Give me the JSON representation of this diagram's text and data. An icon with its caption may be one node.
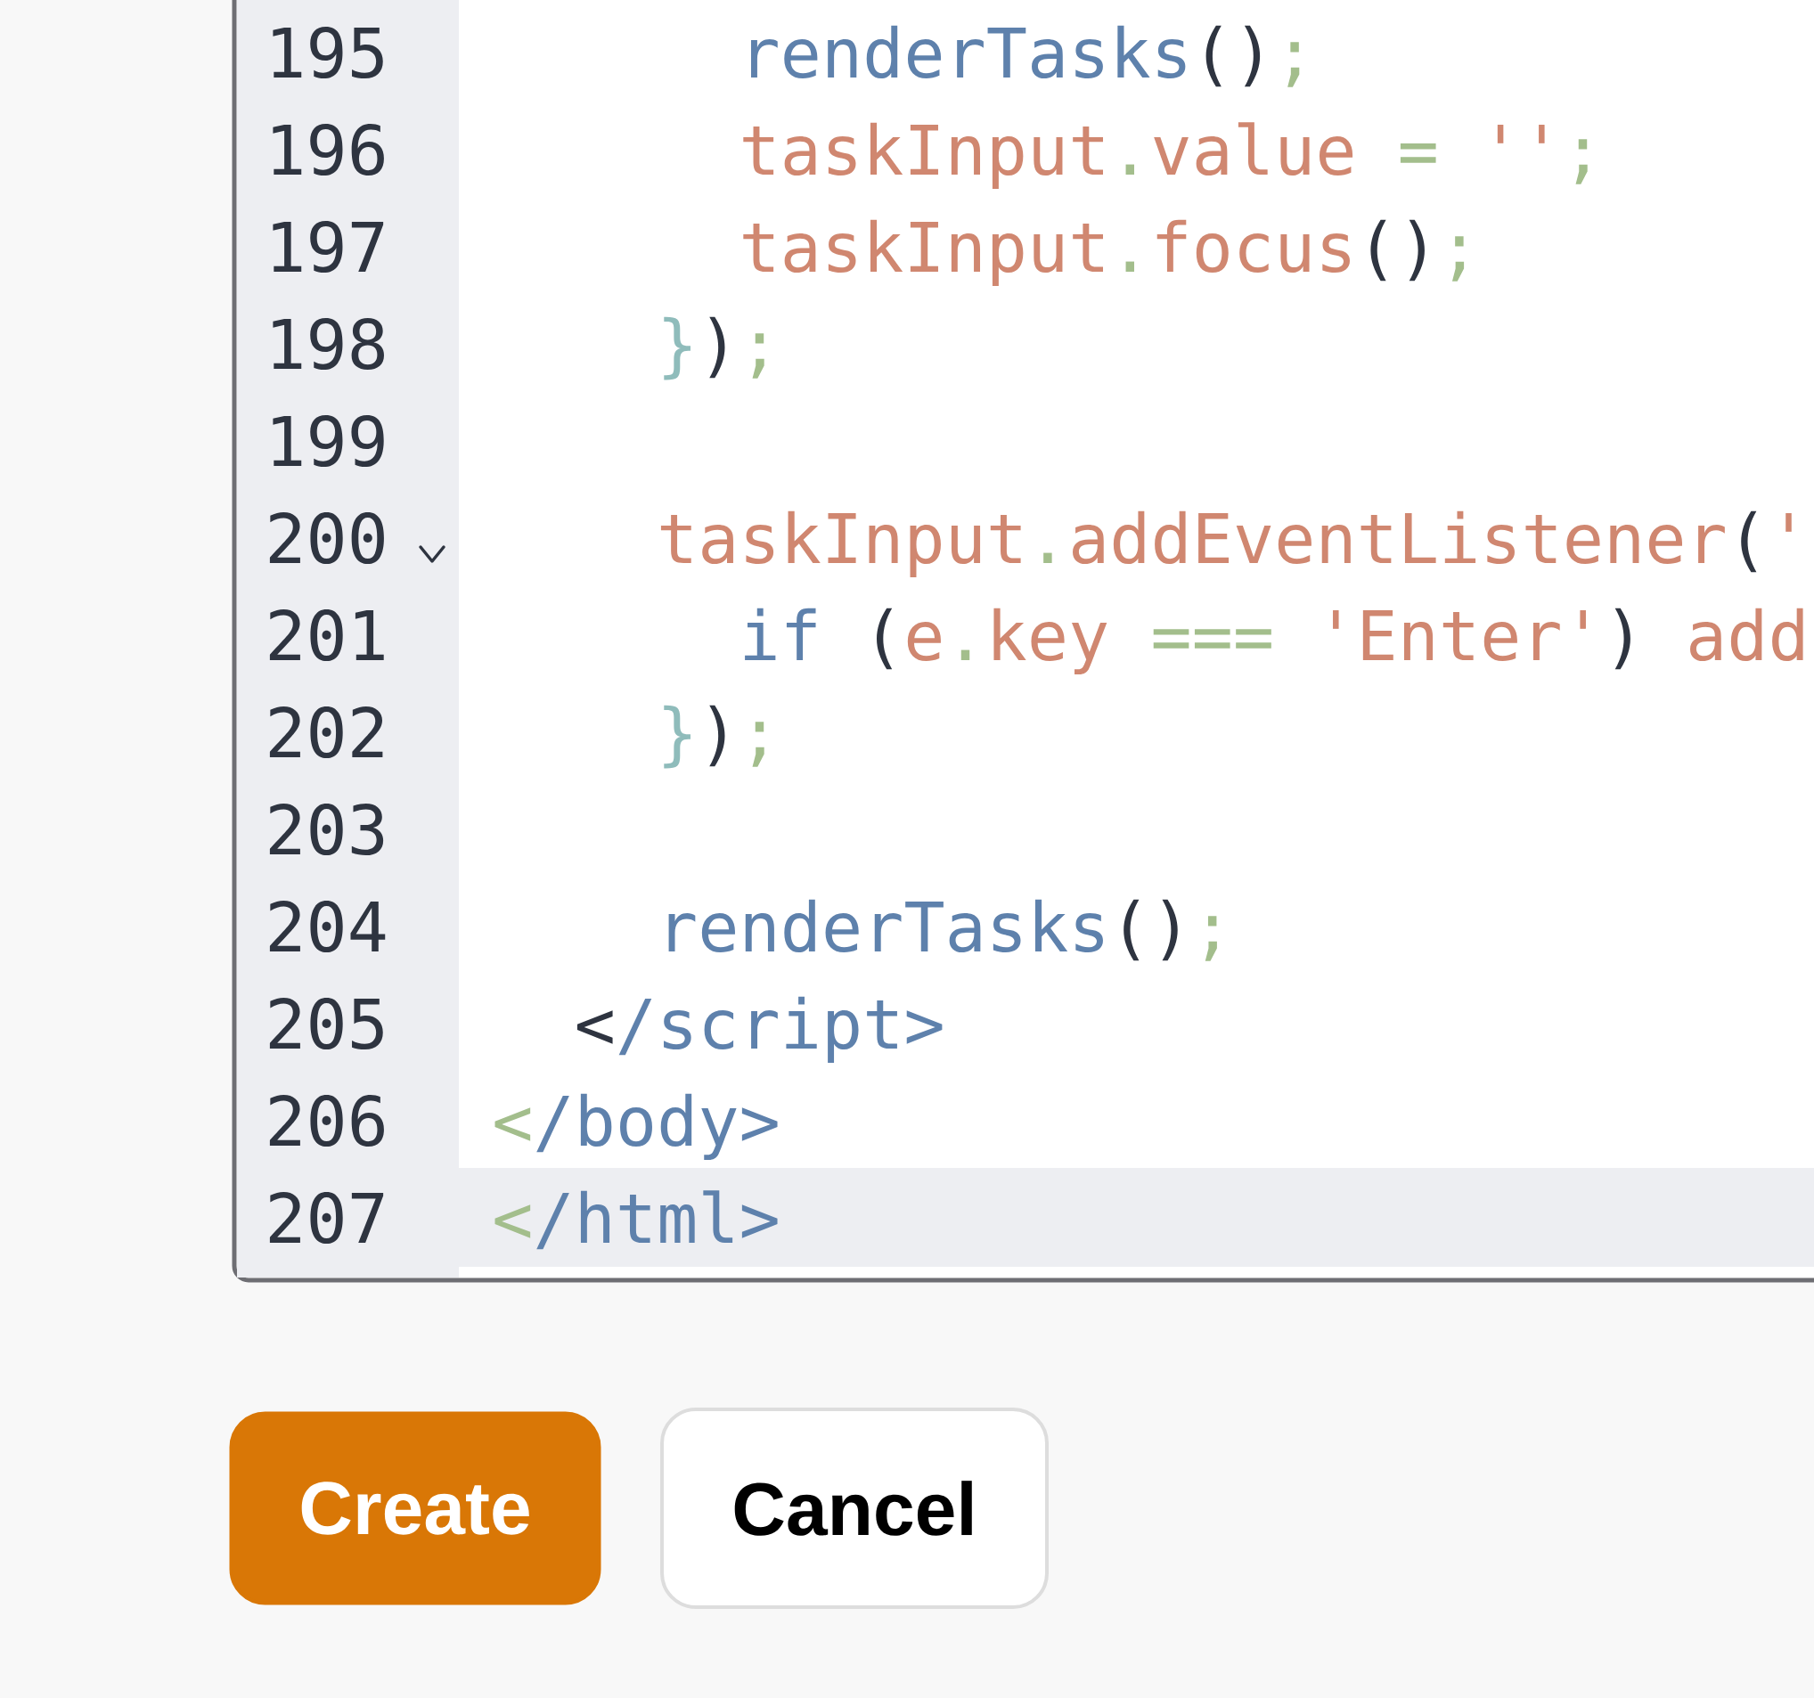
{
  "diagram": {
    "nodes": [
      {
        "text": [
          "Create"
        ]
      },
      {
        "text": [
          "Cancel"
        ]
      }
    ],
    "labels": [
      "195",
      "renderTasks",
      "()",
      ";",
      "196",
      "taskInput",
      ".",
      "value",
      "=",
      "''",
      ";",
      "197",
      "taskInput",
      ".",
      "focus",
      "()",
      ";",
      "198",
      "}",
      ")",
      ";",
      "199",
      "200",
      "taskInput",
      ".",
      "addEventListener",
      "(",
      "'",
      "201",
      "if",
      "(",
      "e",
      ".",
      "key",
      "===",
      "'Enter'",
      ")",
      "add",
      "202",
      "}",
      ")",
      ";",
      "203",
      "204",
      "renderTasks",
      "()",
      ";",
      "205",
      "<",
      "/script>",
      "206",
      "<",
      "/body>",
      "207",
      "<",
      "/html>"
    ]
  }
}
